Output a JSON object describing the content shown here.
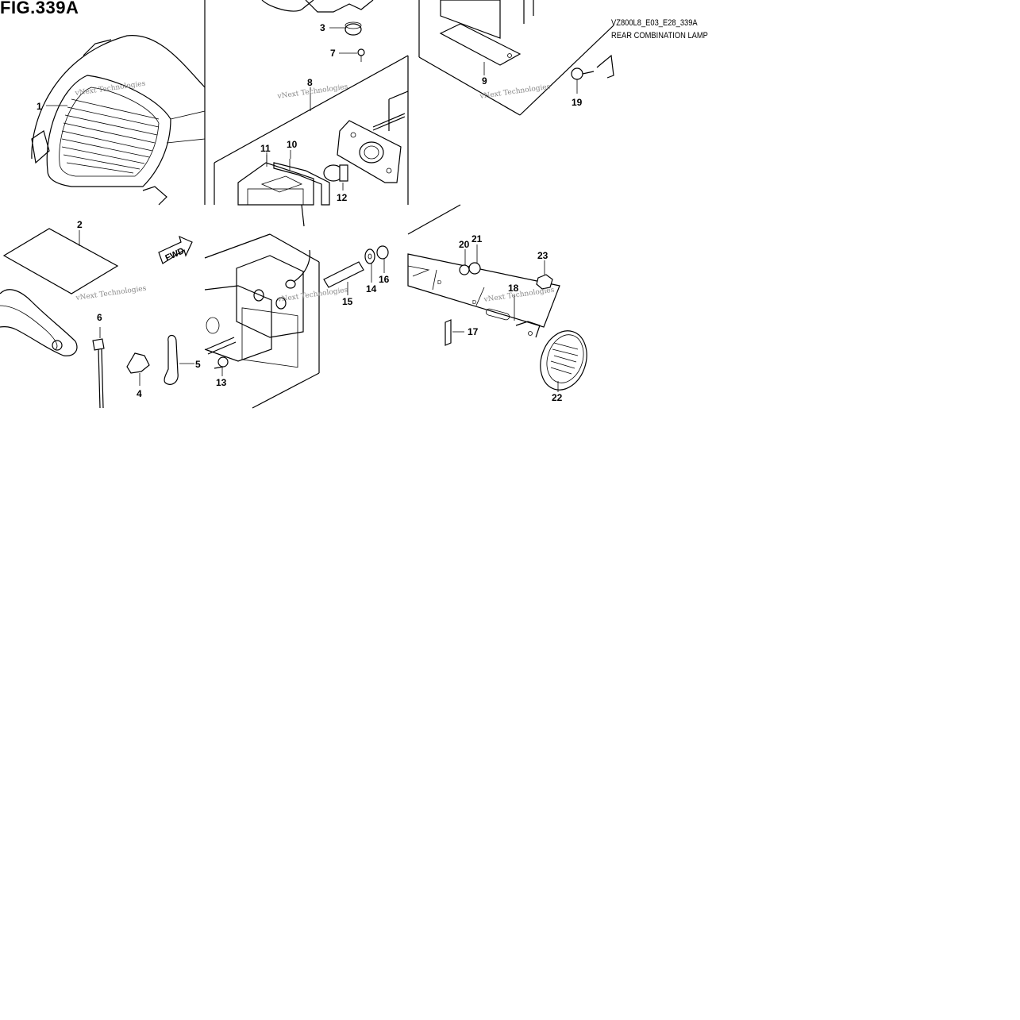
{
  "figure": {
    "title": "FIG.339A",
    "model_code": "VZ800L8_E03_E28_339A",
    "model_name": "REAR COMBINATION LAMP",
    "fwd_label": "FWD",
    "watermark": "vNext Technologies"
  },
  "callouts": [
    {
      "id": "1",
      "label": "1"
    },
    {
      "id": "2",
      "label": "2"
    },
    {
      "id": "3",
      "label": "3"
    },
    {
      "id": "4",
      "label": "4"
    },
    {
      "id": "5",
      "label": "5"
    },
    {
      "id": "6",
      "label": "6"
    },
    {
      "id": "7",
      "label": "7"
    },
    {
      "id": "8",
      "label": "8"
    },
    {
      "id": "9",
      "label": "9"
    },
    {
      "id": "10",
      "label": "10"
    },
    {
      "id": "11",
      "label": "11"
    },
    {
      "id": "12",
      "label": "12"
    },
    {
      "id": "13",
      "label": "13"
    },
    {
      "id": "14",
      "label": "14"
    },
    {
      "id": "15",
      "label": "15"
    },
    {
      "id": "16",
      "label": "16"
    },
    {
      "id": "17",
      "label": "17"
    },
    {
      "id": "18",
      "label": "18"
    },
    {
      "id": "19",
      "label": "19"
    },
    {
      "id": "20",
      "label": "20"
    },
    {
      "id": "21",
      "label": "21"
    },
    {
      "id": "22",
      "label": "22"
    },
    {
      "id": "23",
      "label": "23"
    }
  ],
  "colors": {
    "line": "#000000",
    "watermark": "#888888",
    "background": "#ffffff"
  }
}
